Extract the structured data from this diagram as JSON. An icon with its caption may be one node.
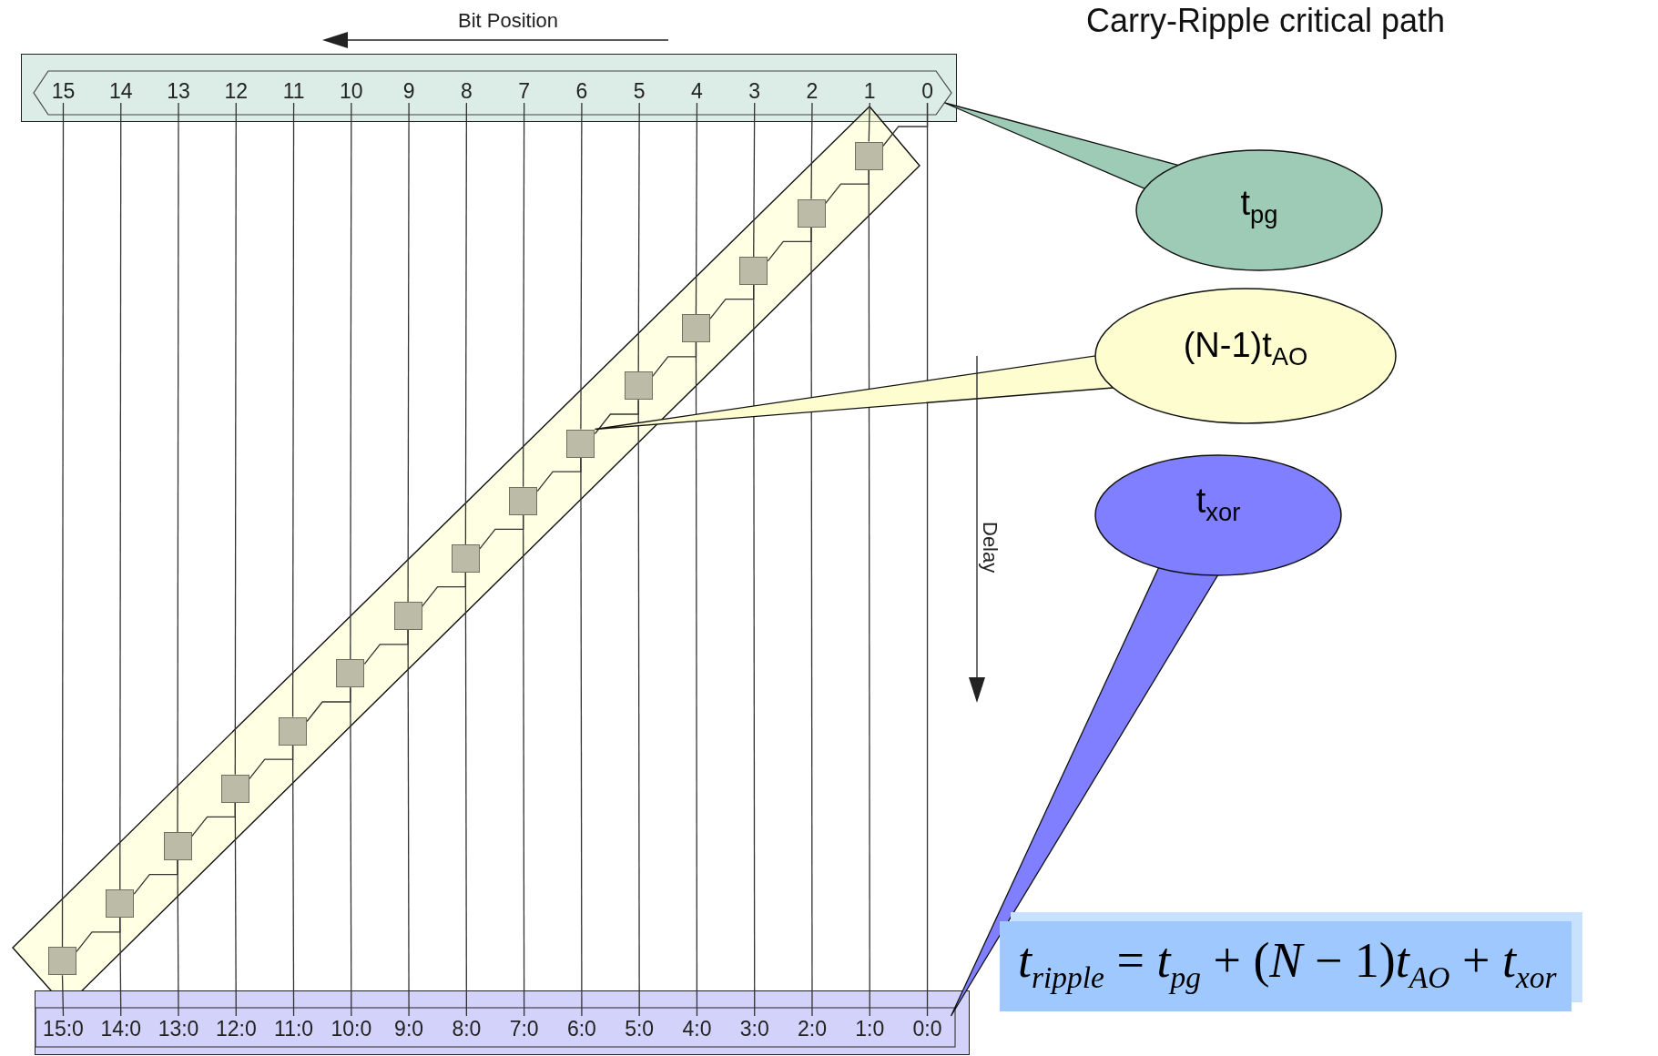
{
  "diagram": {
    "title": "Carry-Ripple critical path",
    "nodes": [
      {
        "text": [],
        "shape": "bar"
      },
      {
        "text": [
          "15"
        ],
        "in": 0
      },
      {
        "text": [
          "14"
        ],
        "in": 0
      },
      {
        "text": [
          "13"
        ],
        "in": 0
      },
      {
        "text": [
          "12"
        ],
        "in": 0
      },
      {
        "text": [
          "11"
        ],
        "in": 0
      },
      {
        "text": [
          "10"
        ],
        "in": 0
      },
      {
        "text": [
          "9"
        ],
        "in": 0
      },
      {
        "text": [
          "8"
        ],
        "in": 0
      },
      {
        "text": [
          "7"
        ],
        "in": 0
      },
      {
        "text": [
          "6"
        ],
        "in": 0
      },
      {
        "text": [
          "5"
        ],
        "in": 0
      },
      {
        "text": [
          "4"
        ],
        "in": 0
      },
      {
        "text": [
          "3"
        ],
        "in": 0
      },
      {
        "text": [
          "2"
        ],
        "in": 0
      },
      {
        "text": [
          "1"
        ],
        "in": 0
      },
      {
        "text": [
          "0"
        ],
        "in": 0
      },
      {
        "text": [],
        "shape": "box"
      },
      {
        "text": [],
        "shape": "box",
        "in": 17
      },
      {
        "text": [],
        "shape": "box",
        "in": 17
      },
      {
        "text": [],
        "shape": "box",
        "in": 17
      },
      {
        "text": [],
        "shape": "box",
        "in": 17
      },
      {
        "text": [],
        "shape": "box",
        "in": 17
      },
      {
        "text": [],
        "shape": "box",
        "in": 17
      },
      {
        "text": [],
        "shape": "box",
        "in": 17
      },
      {
        "text": [],
        "shape": "box",
        "in": 17
      },
      {
        "text": [],
        "shape": "box",
        "in": 17
      },
      {
        "text": [],
        "shape": "box",
        "in": 17
      },
      {
        "text": [],
        "shape": "box",
        "in": 17
      },
      {
        "text": [],
        "shape": "box",
        "in": 17
      },
      {
        "text": [],
        "shape": "box",
        "in": 17
      },
      {
        "text": [],
        "shape": "box",
        "in": 17
      },
      {
        "text": [],
        "shape": "box",
        "in": 17
      },
      {
        "text": [],
        "shape": "bar"
      },
      {
        "text": [
          "15:0"
        ],
        "in": 33
      },
      {
        "text": [
          "14:0"
        ],
        "in": 33
      },
      {
        "text": [
          "13:0"
        ],
        "in": 33
      },
      {
        "text": [
          "12:0"
        ],
        "in": 33
      },
      {
        "text": [
          "11:0"
        ],
        "in": 33
      },
      {
        "text": [
          "10:0"
        ],
        "in": 33
      },
      {
        "text": [
          "9:0"
        ],
        "in": 33
      },
      {
        "text": [
          "8:0"
        ],
        "in": 33
      },
      {
        "text": [
          "7:0"
        ],
        "in": 33
      },
      {
        "text": [
          "6:0"
        ],
        "in": 33
      },
      {
        "text": [
          "5:0"
        ],
        "in": 33
      },
      {
        "text": [
          "4:0"
        ],
        "in": 33
      },
      {
        "text": [
          "3:0"
        ],
        "in": 33
      },
      {
        "text": [
          "2:0"
        ],
        "in": 33
      },
      {
        "text": [
          "1:0"
        ],
        "in": 33
      },
      {
        "text": [
          "0:0"
        ],
        "in": 33
      },
      {
        "text": [
          "t$_{pg}$"
        ]
      },
      {
        "text": [
          "(N-1)t$_{AO}$"
        ]
      },
      {
        "text": [
          "t$_{xor}$"
        ]
      }
    ],
    "edges": [
      {
        "from": 1,
        "to": 18,
        "arrow": "none"
      },
      {
        "from": 18,
        "to": 34,
        "arrow": "none"
      },
      {
        "from": 2,
        "to": 19,
        "arrow": "none"
      },
      {
        "from": 19,
        "to": 35,
        "arrow": "none"
      },
      {
        "from": 3,
        "to": 20,
        "arrow": "none"
      },
      {
        "from": 20,
        "to": 36,
        "arrow": "none"
      },
      {
        "from": 4,
        "to": 21,
        "arrow": "none"
      },
      {
        "from": 21,
        "to": 37,
        "arrow": "none"
      },
      {
        "from": 5,
        "to": 22,
        "arrow": "none"
      },
      {
        "from": 22,
        "to": 38,
        "arrow": "none"
      },
      {
        "from": 6,
        "to": 23,
        "arrow": "none"
      },
      {
        "from": 23,
        "to": 39,
        "arrow": "none"
      },
      {
        "from": 7,
        "to": 24,
        "arrow": "none"
      },
      {
        "from": 24,
        "to": 40,
        "arrow": "none"
      },
      {
        "from": 8,
        "to": 25,
        "arrow": "none"
      },
      {
        "from": 25,
        "to": 41,
        "arrow": "none"
      },
      {
        "from": 9,
        "to": 26,
        "arrow": "none"
      },
      {
        "from": 26,
        "to": 42,
        "arrow": "none"
      },
      {
        "from": 10,
        "to": 27,
        "arrow": "none"
      },
      {
        "from": 27,
        "to": 43,
        "arrow": "none"
      },
      {
        "from": 11,
        "to": 28,
        "arrow": "none"
      },
      {
        "from": 28,
        "to": 44,
        "arrow": "none"
      },
      {
        "from": 12,
        "to": 29,
        "arrow": "none"
      },
      {
        "from": 29,
        "to": 45,
        "arrow": "none"
      },
      {
        "from": 13,
        "to": 30,
        "arrow": "none"
      },
      {
        "from": 30,
        "to": 46,
        "arrow": "none"
      },
      {
        "from": 14,
        "to": 31,
        "arrow": "none"
      },
      {
        "from": 31,
        "to": 47,
        "arrow": "none"
      },
      {
        "from": 15,
        "to": 32,
        "arrow": "none"
      },
      {
        "from": 32,
        "to": 48,
        "arrow": "none"
      },
      {
        "from": 16,
        "to": 49,
        "arrow": "none"
      },
      {
        "from": 16,
        "to": 32,
        "arrow": "none"
      },
      {
        "from": 32,
        "to": 31,
        "arrow": "none"
      },
      {
        "from": 31,
        "to": 30,
        "arrow": "none"
      },
      {
        "from": 30,
        "to": 29,
        "arrow": "none"
      },
      {
        "from": 29,
        "to": 28,
        "arrow": "none"
      },
      {
        "from": 28,
        "to": 27,
        "arrow": "none"
      },
      {
        "from": 27,
        "to": 26,
        "arrow": "none"
      },
      {
        "from": 26,
        "to": 25,
        "arrow": "none"
      },
      {
        "from": 25,
        "to": 24,
        "arrow": "none"
      },
      {
        "from": 24,
        "to": 23,
        "arrow": "none"
      },
      {
        "from": 23,
        "to": 22,
        "arrow": "none"
      },
      {
        "from": 22,
        "to": 21,
        "arrow": "none"
      },
      {
        "from": 21,
        "to": 20,
        "arrow": "none"
      },
      {
        "from": 20,
        "to": 19,
        "arrow": "none"
      },
      {
        "from": 19,
        "to": 18,
        "arrow": "none"
      },
      {
        "from": 50,
        "to": 16,
        "arrow": "none"
      },
      {
        "from": 51,
        "to": 27,
        "arrow": "none"
      },
      {
        "from": 52,
        "to": 49,
        "arrow": "none"
      }
    ],
    "labels": [
      "Bit Position",
      "Delay",
      "*t*$_{ripple}$ = *t*$_{pg}$ + (*N* − 1)*t*$_{AO}$ + *t*$_{xor}$"
    ]
  }
}
